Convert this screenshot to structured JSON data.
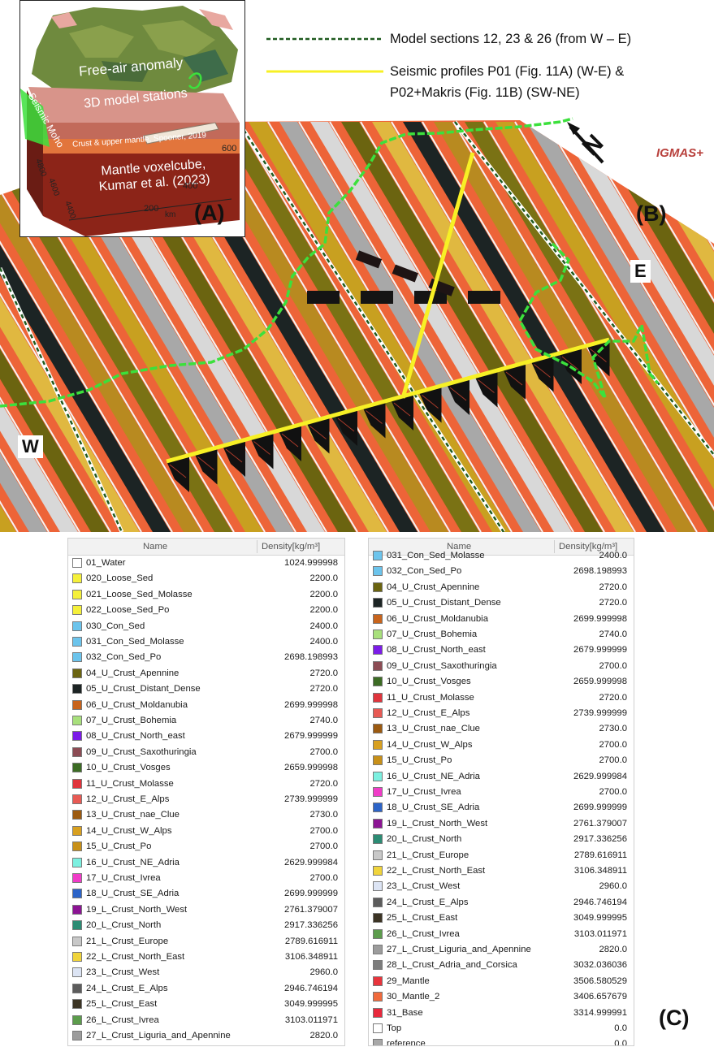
{
  "legend": {
    "model_sections": "Model sections 12, 23 & 26 (from W – E)",
    "seismic_line1": "Seismic profiles P01 (Fig. 11A) (W-E) &",
    "seismic_line2": "P02+Makris (Fig. 11B) (SW-NE)"
  },
  "panels": {
    "a": "(A)",
    "b": "(B)",
    "c": "(C)"
  },
  "map_labels": {
    "w": "W",
    "e": "E",
    "logo": "IGMAS+"
  },
  "inset": {
    "free_air": "Free-air anomaly",
    "stations": "3D model stations",
    "moho": "Seismic Moho",
    "crust": "Crust & upper mantle, Spooner, 2019",
    "mantle_l1": "Mantle voxelcube,",
    "mantle_l2": "Kumar et al. (2023)",
    "km_600": "600",
    "km_400": "400",
    "km_200": "200",
    "km": "km",
    "d_4800": "4800",
    "d_4600": "4600",
    "d_4400": "4400"
  },
  "table_left": {
    "col_name": "Name",
    "col_density": "Density[kg/m³]",
    "rows": [
      {
        "name": "01_Water",
        "density": "1024.999998",
        "color": "#ffffff"
      },
      {
        "name": "020_Loose_Sed",
        "density": "2200.0",
        "color": "#f5f03a"
      },
      {
        "name": "021_Loose_Sed_Molasse",
        "density": "2200.0",
        "color": "#f5f03a"
      },
      {
        "name": "022_Loose_Sed_Po",
        "density": "2200.0",
        "color": "#f5f03a"
      },
      {
        "name": "030_Con_Sed",
        "density": "2400.0",
        "color": "#6cc4ec"
      },
      {
        "name": "031_Con_Sed_Molasse",
        "density": "2400.0",
        "color": "#6cc4ec"
      },
      {
        "name": "032_Con_Sed_Po",
        "density": "2698.198993",
        "color": "#6cc4ec"
      },
      {
        "name": "04_U_Crust_Apennine",
        "density": "2720.0",
        "color": "#6b6410"
      },
      {
        "name": "05_U_Crust_Distant_Dense",
        "density": "2720.0",
        "color": "#1c2424"
      },
      {
        "name": "06_U_Crust_Moldanubia",
        "density": "2699.999998",
        "color": "#c8641c"
      },
      {
        "name": "07_U_Crust_Bohemia",
        "density": "2740.0",
        "color": "#a8e07c"
      },
      {
        "name": "08_U_Crust_North_east",
        "density": "2679.999999",
        "color": "#7c1ce8"
      },
      {
        "name": "09_U_Crust_Saxothuringia",
        "density": "2700.0",
        "color": "#8c4c54"
      },
      {
        "name": "10_U_Crust_Vosges",
        "density": "2659.999998",
        "color": "#3c6c24"
      },
      {
        "name": "11_U_Crust_Molasse",
        "density": "2720.0",
        "color": "#e0343c"
      },
      {
        "name": "12_U_Crust_E_Alps",
        "density": "2739.999999",
        "color": "#e85a54"
      },
      {
        "name": "13_U_Crust_nae_Clue",
        "density": "2730.0",
        "color": "#9c5a10"
      },
      {
        "name": "14_U_Crust_W_Alps",
        "density": "2700.0",
        "color": "#d8a020"
      },
      {
        "name": "15_U_Crust_Po",
        "density": "2700.0",
        "color": "#c89018"
      },
      {
        "name": "16_U_Crust_NE_Adria",
        "density": "2629.999984",
        "color": "#7cf0e0"
      },
      {
        "name": "17_U_Crust_Ivrea",
        "density": "2700.0",
        "color": "#f03cc8"
      },
      {
        "name": "18_U_Crust_SE_Adria",
        "density": "2699.999999",
        "color": "#2c64c8"
      },
      {
        "name": "19_L_Crust_North_West",
        "density": "2761.379007",
        "color": "#8c1494"
      },
      {
        "name": "20_L_Crust_North",
        "density": "2917.336256",
        "color": "#2c8c74"
      },
      {
        "name": "21_L_Crust_Europe",
        "density": "2789.616911",
        "color": "#c8c8c8"
      },
      {
        "name": "22_L_Crust_North_East",
        "density": "3106.348911",
        "color": "#f0d43c"
      },
      {
        "name": "23_L_Crust_West",
        "density": "2960.0",
        "color": "#dce4f4"
      },
      {
        "name": "24_L_Crust_E_Alps",
        "density": "2946.746194",
        "color": "#5c5c5c"
      },
      {
        "name": "25_L_Crust_East",
        "density": "3049.999995",
        "color": "#3c3424"
      },
      {
        "name": "26_L_Crust_Ivrea",
        "density": "3103.011971",
        "color": "#5c9c4c"
      },
      {
        "name": "27_L_Crust_Liguria_and_Apennine",
        "density": "2820.0",
        "color": "#9c9c9c"
      }
    ]
  },
  "table_right": {
    "col_name": "Name",
    "col_density": "Density[kg/m³]",
    "rows": [
      {
        "name": "031_Con_Sed_Molasse",
        "density": "2400.0",
        "color": "#6cc4ec"
      },
      {
        "name": "032_Con_Sed_Po",
        "density": "2698.198993",
        "color": "#6cc4ec"
      },
      {
        "name": "04_U_Crust_Apennine",
        "density": "2720.0",
        "color": "#6b6410"
      },
      {
        "name": "05_U_Crust_Distant_Dense",
        "density": "2720.0",
        "color": "#1c2424"
      },
      {
        "name": "06_U_Crust_Moldanubia",
        "density": "2699.999998",
        "color": "#c8641c"
      },
      {
        "name": "07_U_Crust_Bohemia",
        "density": "2740.0",
        "color": "#a8e07c"
      },
      {
        "name": "08_U_Crust_North_east",
        "density": "2679.999999",
        "color": "#7c1ce8"
      },
      {
        "name": "09_U_Crust_Saxothuringia",
        "density": "2700.0",
        "color": "#8c4c54"
      },
      {
        "name": "10_U_Crust_Vosges",
        "density": "2659.999998",
        "color": "#3c6c24"
      },
      {
        "name": "11_U_Crust_Molasse",
        "density": "2720.0",
        "color": "#e0343c"
      },
      {
        "name": "12_U_Crust_E_Alps",
        "density": "2739.999999",
        "color": "#e85a54"
      },
      {
        "name": "13_U_Crust_nae_Clue",
        "density": "2730.0",
        "color": "#9c5a10"
      },
      {
        "name": "14_U_Crust_W_Alps",
        "density": "2700.0",
        "color": "#d8a020"
      },
      {
        "name": "15_U_Crust_Po",
        "density": "2700.0",
        "color": "#c89018"
      },
      {
        "name": "16_U_Crust_NE_Adria",
        "density": "2629.999984",
        "color": "#7cf0e0"
      },
      {
        "name": "17_U_Crust_Ivrea",
        "density": "2700.0",
        "color": "#f03cc8"
      },
      {
        "name": "18_U_Crust_SE_Adria",
        "density": "2699.999999",
        "color": "#2c64c8"
      },
      {
        "name": "19_L_Crust_North_West",
        "density": "2761.379007",
        "color": "#8c1494"
      },
      {
        "name": "20_L_Crust_North",
        "density": "2917.336256",
        "color": "#2c8c74"
      },
      {
        "name": "21_L_Crust_Europe",
        "density": "2789.616911",
        "color": "#c8c8c8"
      },
      {
        "name": "22_L_Crust_North_East",
        "density": "3106.348911",
        "color": "#f0d43c"
      },
      {
        "name": "23_L_Crust_West",
        "density": "2960.0",
        "color": "#dce4f4"
      },
      {
        "name": "24_L_Crust_E_Alps",
        "density": "2946.746194",
        "color": "#5c5c5c"
      },
      {
        "name": "25_L_Crust_East",
        "density": "3049.999995",
        "color": "#3c3424"
      },
      {
        "name": "26_L_Crust_Ivrea",
        "density": "3103.011971",
        "color": "#5c9c4c"
      },
      {
        "name": "27_L_Crust_Liguria_and_Apennine",
        "density": "2820.0",
        "color": "#9c9c9c"
      },
      {
        "name": "28_L_Crust_Adria_and_Corsica",
        "density": "3032.036036",
        "color": "#7c7c7c"
      },
      {
        "name": "29_Mantle",
        "density": "3506.580529",
        "color": "#e8343c"
      },
      {
        "name": "30_Mantle_2",
        "density": "3406.657679",
        "color": "#f06a3c"
      },
      {
        "name": "31_Base",
        "density": "3314.999991",
        "color": "#e8283c"
      },
      {
        "name": "Top",
        "density": "0.0",
        "color": "#ffffff"
      },
      {
        "name": "reference",
        "density": "0.0",
        "color": "#a8a8a8"
      }
    ]
  },
  "colors": {
    "mantle_orange": "#f0643a",
    "model_section": "#1f5a1f",
    "seismic_profile": "#f7f025",
    "moho_green": "#3ce03c"
  }
}
